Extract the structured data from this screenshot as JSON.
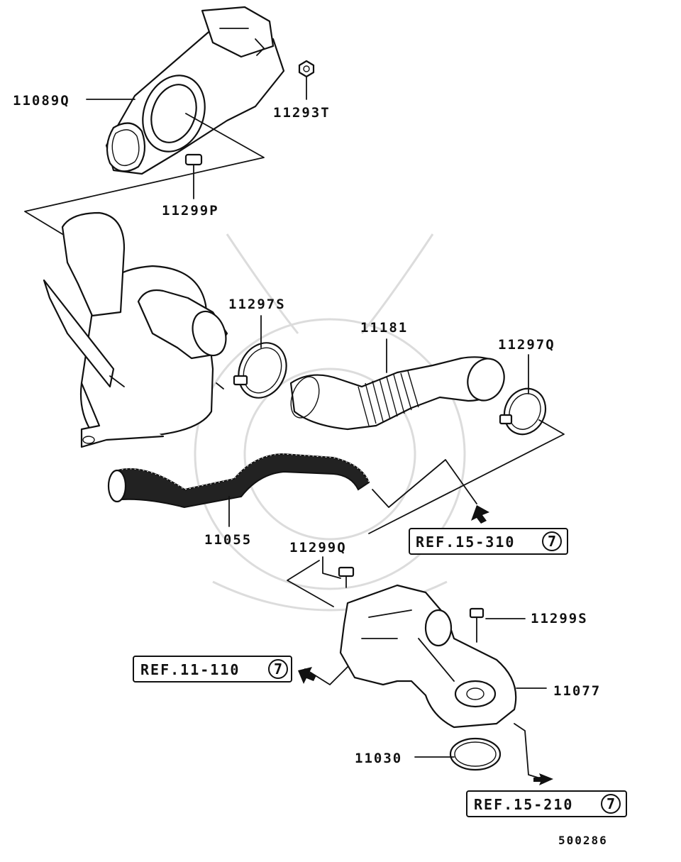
{
  "part_labels": {
    "p11089Q": "11089Q",
    "p11293T": "11293T",
    "p11299P": "11299P",
    "p11297S": "11297S",
    "p11181": "11181",
    "p11297Q": "11297Q",
    "p11055": "11055",
    "p11299Q": "11299Q",
    "p11299S": "11299S",
    "p11077": "11077",
    "p11030": "11030"
  },
  "references": [
    {
      "text": "REF.15-310",
      "badge": "7"
    },
    {
      "text": "REF.11-110",
      "badge": "7"
    },
    {
      "text": "REF.15-210",
      "badge": "7"
    }
  ],
  "diagram_code": "500286"
}
